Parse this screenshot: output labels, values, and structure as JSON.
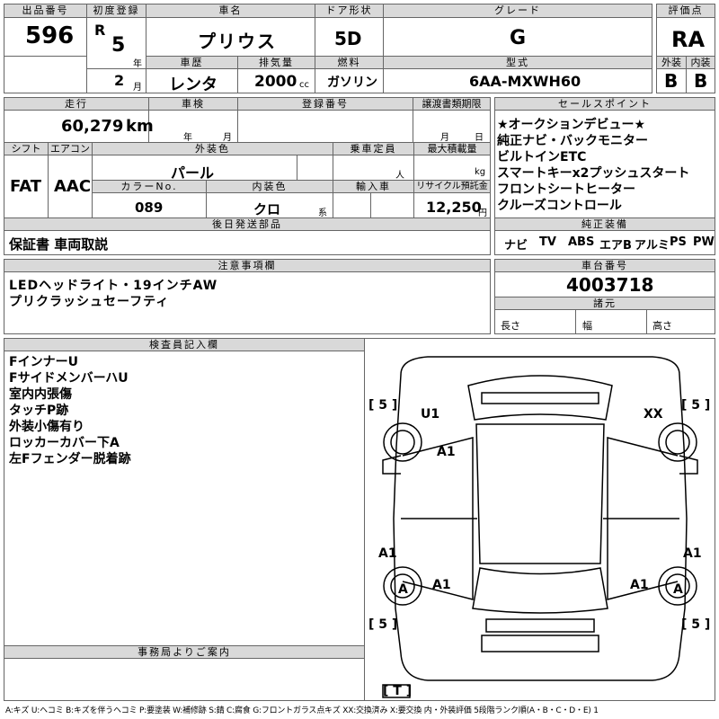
{
  "header_labels": {
    "lot_no": "出品番号",
    "first_reg": "初度登録",
    "car_name": "車名",
    "door": "ドア形状",
    "grade": "グレード",
    "score": "評価点",
    "history": "車歴",
    "displacement": "排気量",
    "fuel": "燃料",
    "model": "型式",
    "exterior": "外装",
    "interior": "内装",
    "year": "年",
    "month": "月",
    "cc": "cc"
  },
  "lot_no": "596",
  "era": "R",
  "reg_year": "5",
  "reg_month": "2",
  "car_name": "プリウス",
  "door_type": "5D",
  "grade": "G",
  "score": "RA",
  "history": "レンタ",
  "displacement": "2000",
  "fuel": "ガソリン",
  "model_code": "6AA-MXWH60",
  "ext_score": "B",
  "int_score": "B",
  "mid_labels": {
    "mileage": "走行",
    "inspection": "車検",
    "reg_no": "登録番号",
    "transfer": "譲渡書類期限",
    "shift": "シフト",
    "aircon": "エアコン",
    "ext_color": "外装色",
    "capacity": "乗車定員",
    "max_load": "最大積載量",
    "color_no": "カラーNo.",
    "int_color": "内装色",
    "import": "輸入車",
    "recycle": "リサイクル預託金",
    "sales": "セールスポイント",
    "equip": "純正装備",
    "person": "人",
    "kg": "kg",
    "yen": "円",
    "kei": "系",
    "year": "年",
    "month": "月",
    "day": "日"
  },
  "mileage": "60,279",
  "mileage_unit": "km",
  "shift": "FAT",
  "aircon": "AAC",
  "ext_color": "パール",
  "color_no": "089",
  "int_color": "クロ",
  "recycle": "12,250",
  "sales_points": [
    "★オークションデビュー★",
    "純正ナビ・バックモニター",
    "ビルトインETC",
    "スマートキーx2プッシュスタート",
    "フロントシートヒーター",
    "クルーズコントロール"
  ],
  "equipment": [
    "ナビ",
    "TV",
    "ABS",
    "エアB",
    "アルミ",
    "PS",
    "PW"
  ],
  "shipping_label": "後日発送部品",
  "shipping_items": "保証書 車両取説",
  "notes_label": "注意事項欄",
  "notes": [
    "LEDヘッドライト・19インチAW",
    "プリクラッシュセーフティ"
  ],
  "chassis_label": "車台番号",
  "chassis_no": "4003718",
  "spec_label": "諸元",
  "spec_length": "長さ",
  "spec_width": "幅",
  "spec_height": "高さ",
  "inspector_label": "検査員記入欄",
  "inspector_notes": [
    "FインナーU",
    "FサイドメンバーハU",
    "室内内張傷",
    "タッチP跡",
    "外装小傷有り",
    "ロッカーカバー下A",
    "左Fフェンダー脱着跡"
  ],
  "diagram": {
    "marks": [
      "U1",
      "XX",
      "A1",
      "A1",
      "A1",
      "A",
      "A1",
      "A1",
      "A"
    ],
    "tyre_labels": [
      "[ 5 ]",
      "[ 5 ]",
      "[ 5 ]",
      "[ 5 ]",
      "[ T ]"
    ]
  },
  "office_label": "事務局よりご案内",
  "legend": "A:キズ U:ヘコミ B:キズを伴うヘコミ P:要塗装 W:補修跡 S:錆 C:腐食 G:フロントガラス点キズ XX:交換済み X:要交換 内・外装評価 5段階ランク順(A・B・C・D・E) 1"
}
